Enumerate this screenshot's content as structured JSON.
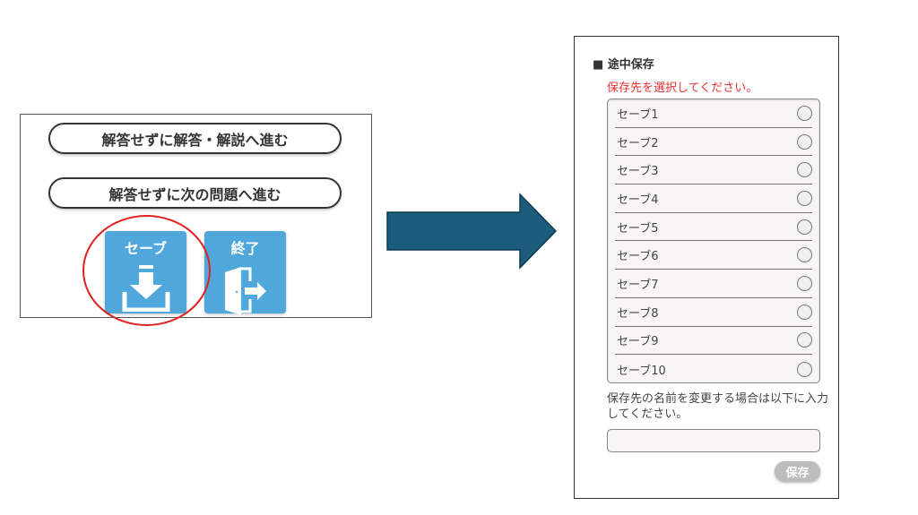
{
  "left_panel": {
    "buttons": [
      {
        "label": "解答せずに解答・解説へ進む"
      },
      {
        "label": "解答せずに次の問題へ進む"
      }
    ],
    "save_tile": {
      "label": "セーブ",
      "icon": "download-icon"
    },
    "end_tile": {
      "label": "終了",
      "icon": "exit-door-icon"
    },
    "highlight_color": "#e02020"
  },
  "arrow": {
    "color": "#1b5c7c"
  },
  "right_panel": {
    "heading": "■ 途中保存",
    "instruction": "保存先を選択してください。",
    "slots": [
      {
        "label": "セーブ1"
      },
      {
        "label": "セーブ2"
      },
      {
        "label": "セーブ3"
      },
      {
        "label": "セーブ4"
      },
      {
        "label": "セーブ5"
      },
      {
        "label": "セーブ6"
      },
      {
        "label": "セーブ7"
      },
      {
        "label": "セーブ8"
      },
      {
        "label": "セーブ9"
      },
      {
        "label": "セーブ10"
      }
    ],
    "rename_text": "保存先の名前を変更する場合は以下に入力してください。",
    "name_input_value": "",
    "save_button": "保存"
  }
}
